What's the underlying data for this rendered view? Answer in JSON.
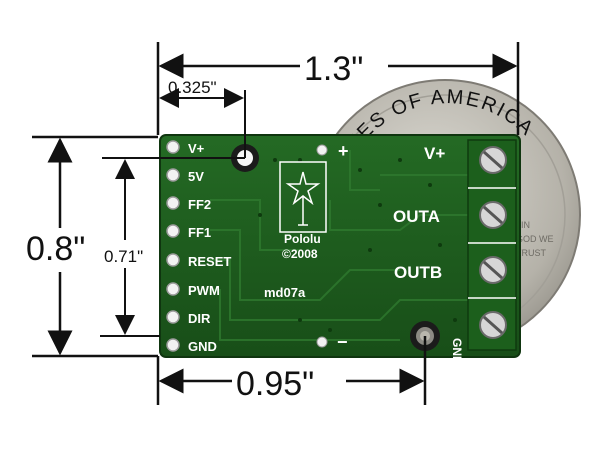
{
  "dimensions": {
    "overall_width": "1.3\"",
    "mount_hole_offset": "0.325\"",
    "overall_height": "0.8\"",
    "hole_height": "0.71\"",
    "hole_spacing": "0.95\""
  },
  "board": {
    "left_pins": [
      "V+",
      "5V",
      "FF2",
      "FF1",
      "RESET",
      "PWM",
      "DIR",
      "GND"
    ],
    "logo_line1": "Pololu",
    "logo_line2": "©2008",
    "model": "md07a",
    "plus_mark": "+",
    "minus_mark": "−",
    "right_labels": {
      "vplus": "V+",
      "outa": "OUTA",
      "outb": "OUTB",
      "gnd": "GND"
    }
  },
  "coin": {
    "rim_text": "STATES OF AMERICA",
    "small_text": [
      "IN",
      "GOD WE",
      "TRUST"
    ]
  },
  "colors": {
    "pcb": "#1e5a1e",
    "pcb_dark": "#143f14",
    "silkscreen": "#ffffff",
    "coin": "#b9b6ad",
    "dimension_lines": "#111111"
  }
}
